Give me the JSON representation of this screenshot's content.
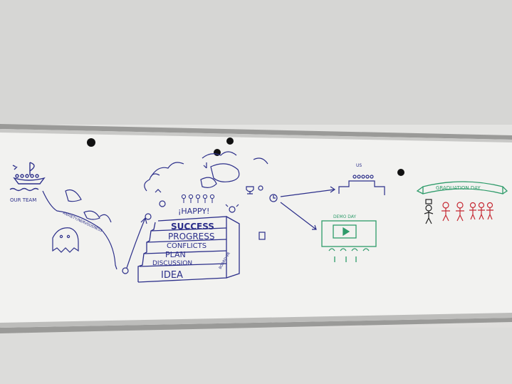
{
  "board": {
    "title_left": "OUR TEAM",
    "arrow_label": "ANXIETY/NERVOUSNESS",
    "stairs": [
      "SUCCESS",
      "PROGRESS",
      "CONFLICTS",
      "PLAN",
      "DISCUSSION",
      "IDEA"
    ],
    "stair_side": "BOARD VR",
    "happy": "¡HAPPY!",
    "podium": "US",
    "demo": "DEMO DAY",
    "graduation": "GRADUATION DAY"
  },
  "colors": {
    "wall": "#dedddb",
    "board": "#f1f1ef",
    "frame": "#8e8e8c",
    "ink_blue": "#2c2f8a",
    "ink_green": "#2e9b6a",
    "ink_red": "#c62a34"
  }
}
